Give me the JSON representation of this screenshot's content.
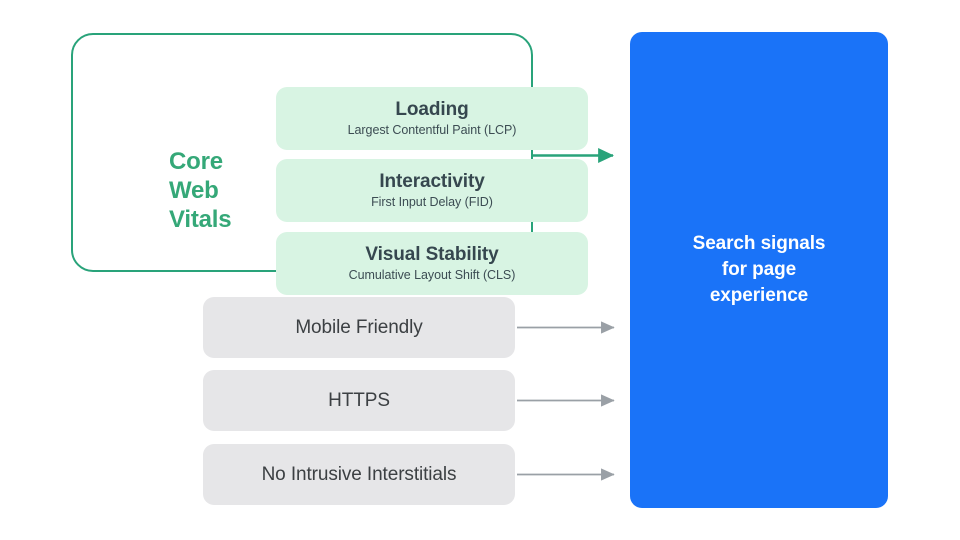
{
  "diagram": {
    "title": "Search signals for page experience",
    "background_color": "#ffffff",
    "core_web_vitals": {
      "label": "Core\nWeb\nVitals",
      "label_color": "#35a878",
      "border_color": "#29a37a",
      "card_color": "#d8f4e3",
      "cards": [
        {
          "title": "Loading",
          "subtitle": "Largest Contentful Paint (LCP)",
          "abbreviation": "LCP"
        },
        {
          "title": "Interactivity",
          "subtitle": "First Input Delay (FID)",
          "abbreviation": "FID"
        },
        {
          "title": "Visual Stability",
          "subtitle": "Cumulative Layout Shift (CLS)",
          "abbreviation": "CLS"
        }
      ]
    },
    "other_signals": {
      "card_color": "#e6e6e8",
      "cards": [
        {
          "label": "Mobile Friendly"
        },
        {
          "label": "HTTPS"
        },
        {
          "label": "No Intrusive Interstitials"
        }
      ]
    },
    "destination": {
      "label": "Search signals\nfor page\nexperience",
      "fill_color": "#1a73f8",
      "text_color": "#ffffff"
    },
    "connectors": [
      {
        "name": "core-web-vitals-arrow",
        "color": "#29a37a",
        "from": "core-web-vitals-group",
        "to": "search-signals-box"
      },
      {
        "name": "mobile-friendly-arrow",
        "color": "#9aa0a6",
        "from": "mobile-friendly-card",
        "to": "search-signals-box"
      },
      {
        "name": "https-arrow",
        "color": "#9aa0a6",
        "from": "https-card",
        "to": "search-signals-box"
      },
      {
        "name": "no-intrusive-interstitials-arrow",
        "color": "#9aa0a6",
        "from": "no-intrusive-interstitials-card",
        "to": "search-signals-box"
      }
    ]
  }
}
